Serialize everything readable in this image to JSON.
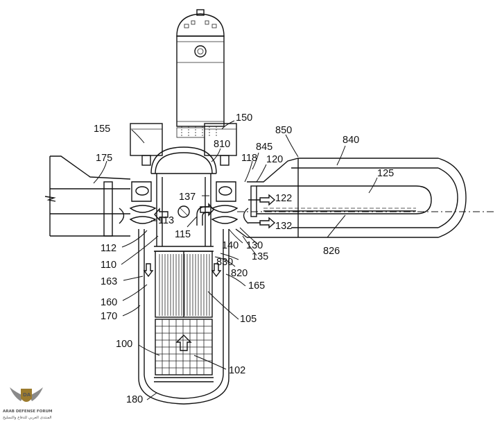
{
  "labels": {
    "l100": "100",
    "l102": "102",
    "l105": "105",
    "l110": "110",
    "l112": "112",
    "l113": "113",
    "l115": "115",
    "l118": "118",
    "l120": "120",
    "l122": "122",
    "l125": "125",
    "l130": "130",
    "l132": "132",
    "l135": "135",
    "l137": "137",
    "l140": "140",
    "l150": "150",
    "l155": "155",
    "l160": "160",
    "l163": "163",
    "l165": "165",
    "l170": "170",
    "l175": "175",
    "l180": "180",
    "l810": "810",
    "l820": "820",
    "l826": "826",
    "l830": "830",
    "l840": "840",
    "l845": "845",
    "l850": "850"
  },
  "watermark": {
    "logo_mark": "DA",
    "name": "ARAB DEFENSE FORUM",
    "subtitle": "المنتدى العربي للدفاع والتسليح"
  }
}
